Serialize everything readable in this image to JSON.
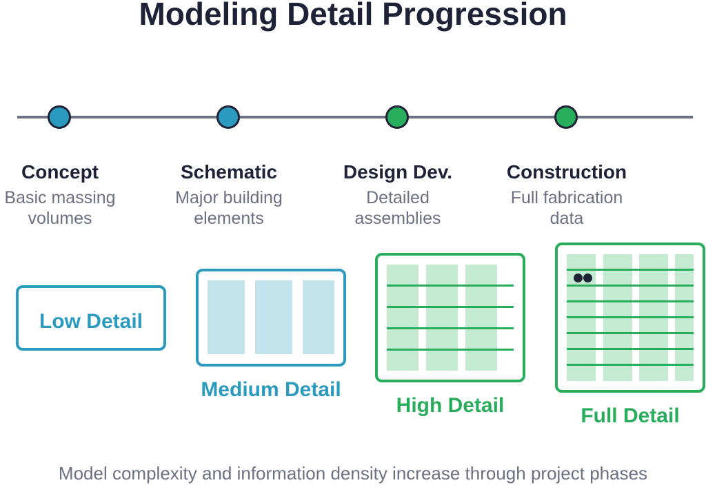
{
  "title": "Modeling Detail Progression",
  "colors": {
    "blue": "#2a9bbf",
    "green": "#27ad5b",
    "dark": "#1f2136",
    "gray": "#6b7082"
  },
  "phases": [
    {
      "name": "Concept",
      "desc_line1": "Basic massing",
      "desc_line2": "volumes",
      "color": "blue"
    },
    {
      "name": "Schematic",
      "desc_line1": "Major building",
      "desc_line2": "elements",
      "color": "blue"
    },
    {
      "name": "Design Dev.",
      "desc_line1": "Detailed",
      "desc_line2": "assemblies",
      "color": "green"
    },
    {
      "name": "Construction",
      "desc_line1": "Full fabrication",
      "desc_line2": "data",
      "color": "green"
    }
  ],
  "detail_levels": [
    {
      "label": "Low Detail"
    },
    {
      "label": "Medium Detail"
    },
    {
      "label": "High Detail"
    },
    {
      "label": "Full Detail"
    }
  ],
  "footer": "Model complexity and information density increase through project phases"
}
